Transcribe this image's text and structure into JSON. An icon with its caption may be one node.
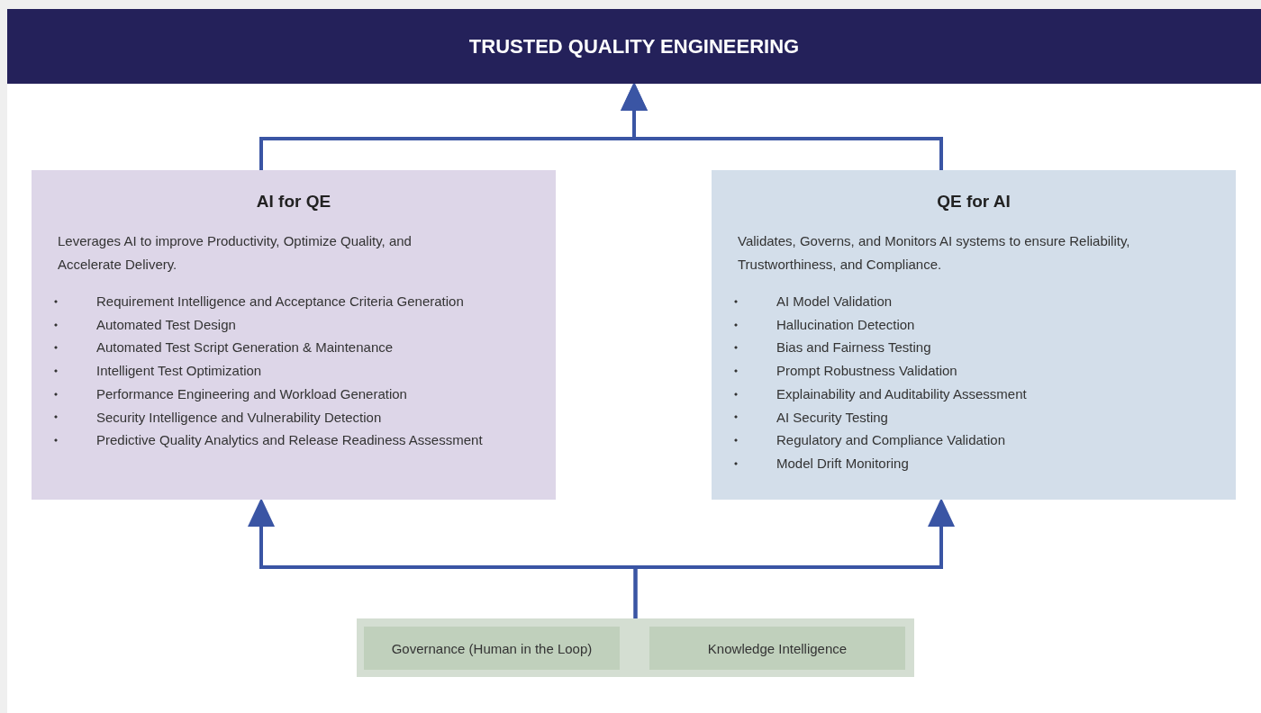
{
  "diagram": {
    "nodes": [
      {
        "text": [
          "TRUSTED QUALITY ENGINEERING"
        ]
      },
      {
        "text": [
          "AI for QE",
          "Leverages AI to improve Productivity, Optimize Quality, and Accelerate Delivery.",
          "Requirement Intelligence and Acceptance Criteria Generation",
          "Automated Test Design",
          "Automated Test Script Generation & Maintenance",
          "Intelligent Test Optimization",
          "Performance Engineering and Workload Generation",
          "Security Intelligence and Vulnerability Detection",
          "Predictive Quality Analytics and Release Readiness Assessment"
        ]
      },
      {
        "text": [
          "QE for AI",
          "Validates, Governs, and Monitors AI systems to ensure Reliability, Trustworthiness, and Compliance.",
          "AI Model Validation",
          "Hallucination Detection",
          "Bias and Fairness Testing",
          "Prompt Robustness Validation",
          "Explainability and Auditability Assessment",
          "AI Security Testing",
          "Regulatory and Compliance Validation",
          "Model Drift Monitoring"
        ]
      },
      {
        "text": [],
        "shape": "box"
      },
      {
        "text": [
          "Governance (Human in the Loop)"
        ],
        "in": 3
      },
      {
        "text": [
          "Knowledge Intelligence"
        ],
        "in": 3
      }
    ],
    "edges": [
      {
        "from": 1,
        "to": 0,
        "arrow": "to"
      },
      {
        "from": 2,
        "to": 0,
        "arrow": "to"
      },
      {
        "from": 3,
        "to": 1,
        "arrow": "to"
      },
      {
        "from": 3,
        "to": 2,
        "arrow": "to"
      }
    ]
  }
}
